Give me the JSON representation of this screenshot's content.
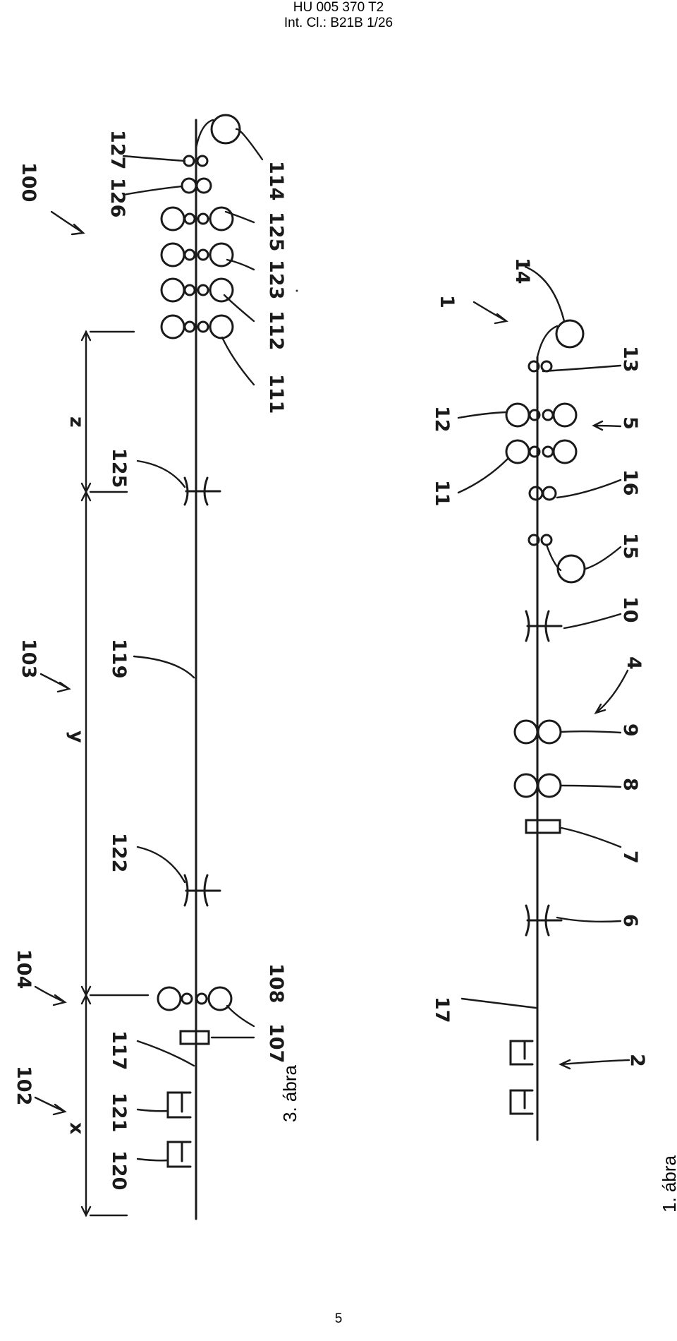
{
  "header": {
    "line1": "HU 005 370 T2",
    "line2": "Int. Cl.: B21B 1/26"
  },
  "page_number": "5",
  "figure3": {
    "caption": "3. ábra",
    "labels": {
      "l100": "100",
      "l102": "102",
      "l103": "103",
      "l104": "104",
      "l107": "107",
      "l108": "108",
      "l111": "111",
      "l112": "112",
      "l114": "114",
      "l117": "117",
      "l119": "119",
      "l120": "120",
      "l121": "121",
      "l122": "122",
      "l123": "123",
      "l125a": "125",
      "l125b": "125",
      "l126": "126",
      "l127": "127",
      "x": "x",
      "y": "y",
      "z": "z"
    }
  },
  "figure1": {
    "caption": "1. ábra",
    "labels": {
      "l1": "1",
      "l2": "2",
      "l4": "4",
      "l5": "5",
      "l6": "6",
      "l7": "7",
      "l8": "8",
      "l9": "9",
      "l10": "10",
      "l11": "11",
      "l12": "12",
      "l13": "13",
      "l14": "14",
      "l15": "15",
      "l16": "16",
      "l17": "17"
    }
  }
}
